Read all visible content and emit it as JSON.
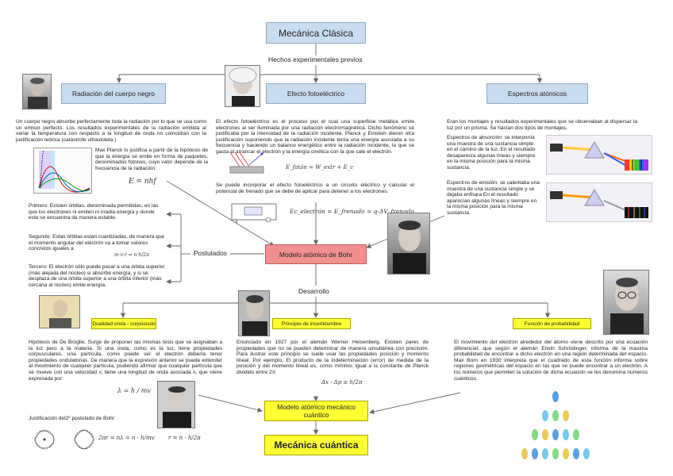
{
  "title": "Mecánica Clásica",
  "experimental_label": "Hechos experimentales previos",
  "branches": {
    "black_body": "Radiación del cuerpo negro",
    "photoelectric": "Efecto fotoeléctrico",
    "spectra": "Espectros atómicos"
  },
  "texts": {
    "black_body_1": "Un cuerpo negro absorbe perfectamente toda la radiación por lo que se usa como un emisor perfecto. Los resultados experimentales de la radiación emitida al variar la temperatura con respecto a la longitud de onda no coincidían con la justificación teórica (catástrofe ultravioleta.)",
    "black_body_2": "Max Planck lo justifica a partir de la hipótesis de que la energía se emite en forma de paquetes, denominados fotones, cuyo valor depende de la frecuencia de la radiación:",
    "photoelectric_1": "El efecto fotoeléctrico es el proceso por el cual una superficie metálica emite electrones al ser iluminada por una radiación electromagnética. Dicho fenómeno se justificaba por la intensidad de la radiación incidente. Planck y Einstein dieron otra justificación suponiendo que la radiación incidente tenía una energía asociada a su frecuencia y haciendo un balance energético entre la radiación incidente, la que se gasta al arrancar el electrón y la energía cinética con la que sale el electrón.",
    "photoelectric_2": "Se puede incorporar el efecto fotoeléctrico a un circuito eléctrico y calcular el potencial de frenado que se debe de aplicar para detener a los electrones.",
    "spectra_1": "Eran los montajes y resultados experimentales que se observaban al dispersar la luz por un prisma. Se hacían dos tipos de montajes.",
    "spectra_abs": "Espectros de absorción: se interponía una muestra de una sustancia simple en el camino de la luz. En el resultado desaparecía algunas líneas y siempre en la misma posición para la misma sustancia.",
    "spectra_em": "Espectros de emisión: se calentaba una muestra de una sustancia simple y se dejaba enfriara En el resultado aparecían algunas líneas y siempre en la misma posición para la misma sustancia.",
    "postulate_1": "Primero: Existen órbitas, denominada permitidas, en las que los electrones ni emiten ni irradia energía y donde este se encuentra de manera estable.",
    "postulate_2": "Segundo: Estas órbitas están cuantizadas, de manera que el momento angular del electrón va a tomar valores concretos iguales a",
    "postulate_3": "Tercero: El electrón sólo puede pasar a una órbita superior (más alejada del núcleo) si absorbe energía, y si se desplaza de una órbita superior a una órbita inferior (más cercana al núcleo) emite energía.",
    "debroglie": "Hipótesis de De Broglie. Surge de proponer las mismas tesis que se asignaban a la luz pero a la materia. Si una onda, como es la luz, tiene propiedades corpusculares, una partícula, como puede ser el electrón debería tener propiedades ondulatorias. De manera que la expresión anterior se puede extender al movimiento de cualquier partícula, pudiendo afirmar que cualquier partícula que se mueve con una velocidad v, tiene una longitud de onda asociada λ, que viene expresada por:",
    "justification": "Justificación del2º postulado de Bohr",
    "heisenberg": "Enunciado en 1927 por el alemán Werner Heisenberg. Existen pares de propiedades que no se pueden determinar de manera simultánea con precisión. Para ilustrar este principio se suele usar las propiedades posición y momento lineal. Por ejemplo, El producto de la indeterminación (error) de medida de la posición y del momento lineal es, como mínimo, igual a la constante de Planck dividido entre 2π",
    "probability": "El movimiento del electrón alrededor del átomo viene descrito por una ecuación diferencial, que según el alemán Erwin Schrödinger, informa de la máxima probabilidad de encontrar a dicho electrón en una región determinada del espacio. Max Born en 1930 interpreta que el cuadrado de esta función informa sobre regiones geométricas del espacio en las que se puede encontrar a un electrón. A los números que permiten la solución de dicha ecuación se les denomina números cuánticos."
  },
  "formulas": {
    "planck": "E = nhf",
    "photo_energy": "E_fotón = W_extr + E_c",
    "photo_circuit": "Ec_electrón = E_frenado = q·ΔV_frenado",
    "bohr_momentum": "m·v·r = n·h/2π",
    "debroglie": "λ = h / mv",
    "bohr_justification": "2πr = nλ = n · h/mv",
    "radius": "r = n · h/2π",
    "heisenberg": "Δx · Δp ≥ h/2π"
  },
  "labels": {
    "postulados": "Postulados",
    "desarrollo": "Desarrollo",
    "bohr": "Modelo atómico de Bohr",
    "wave_particle": "Dualidad onda - corpúsculo",
    "uncertainty": "Principio de incertidumbre",
    "probability": "Función de probabilidad",
    "quantum_model": "Modelo atómico mecánico cuántico",
    "quantum": "Mecánica cuántica"
  },
  "colors": {
    "blue_box": "#c9dcef",
    "red_box": "#f28f8f",
    "yellow_box": "#ffff33"
  }
}
